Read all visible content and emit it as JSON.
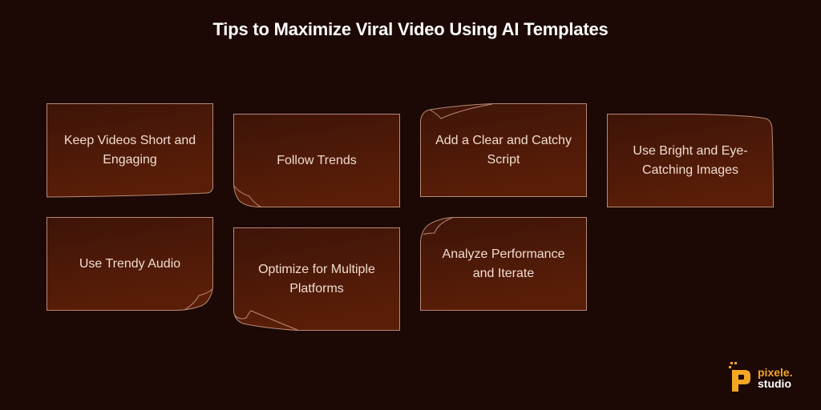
{
  "title": "Tips to Maximize Viral Video Using AI Templates",
  "colors": {
    "background": "#1c0805",
    "card_top": "#3e1408",
    "card_bottom": "#5a1e08",
    "card_border": "#b88a78",
    "text": "#f1dccf",
    "logo_accent": "#f5a623"
  },
  "tips": [
    {
      "label": "Keep Videos Short and Engaging",
      "curl": "bottom-right-edge"
    },
    {
      "label": "Follow Trends",
      "curl": "bottom-left"
    },
    {
      "label": "Add a Clear and Catchy Script",
      "curl": "top-left"
    },
    {
      "label": "Use Bright and Eye-Catching Images",
      "curl": "top-right-edge"
    },
    {
      "label": "Use Trendy Audio",
      "curl": "bottom-right"
    },
    {
      "label": "Optimize for Multiple Platforms",
      "curl": "bottom-left"
    },
    {
      "label": "Analyze Performance and Iterate",
      "curl": "top-left"
    }
  ],
  "logo": {
    "line1": "pixele.",
    "line2": "studio"
  }
}
